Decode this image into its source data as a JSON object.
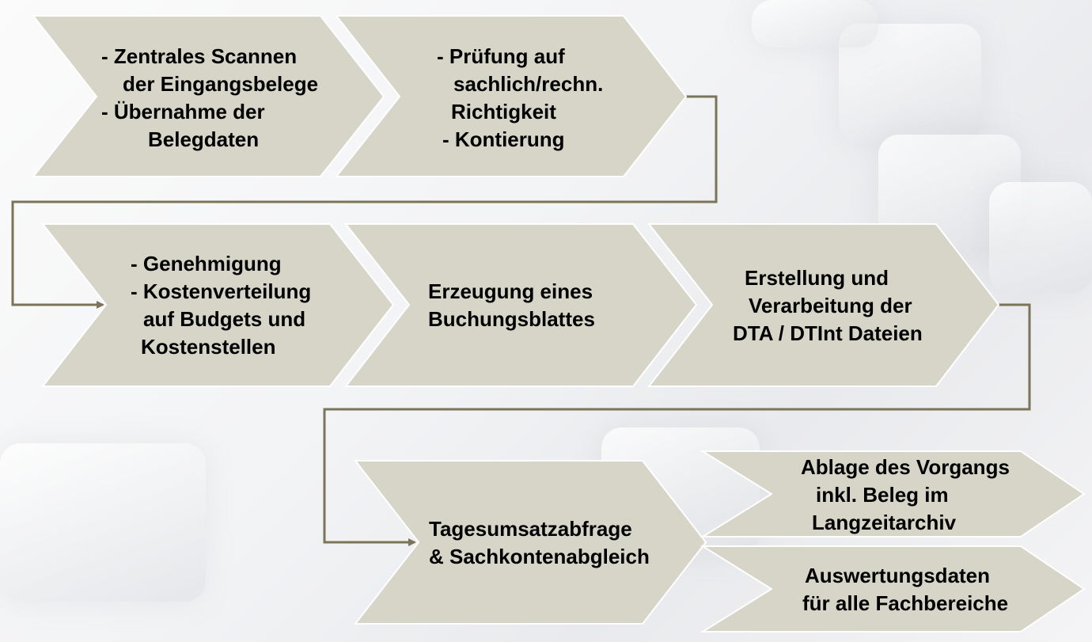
{
  "steps": [
    {
      "id": "step-1",
      "lines": [
        "- Zentrales Scannen",
        "der Eingangsbelege",
        "- Übernahme der",
        "Belegdaten"
      ]
    },
    {
      "id": "step-2",
      "lines": [
        "- Prüfung auf",
        "sachlich/rechn.",
        "Richtigkeit",
        "- Kontierung"
      ]
    },
    {
      "id": "step-3",
      "lines": [
        "- Genehmigung",
        "-  Kostenverteilung",
        "auf Budgets und",
        "Kostenstellen"
      ]
    },
    {
      "id": "step-4",
      "lines": [
        "Erzeugung eines",
        "Buchungsblattes"
      ]
    },
    {
      "id": "step-5",
      "lines": [
        "Erstellung und",
        "Verarbeitung der",
        "DTA / DTInt Dateien"
      ]
    },
    {
      "id": "step-6",
      "lines": [
        "Tagesumsatzabfrage",
        "& Sachkontenabgleich"
      ]
    },
    {
      "id": "step-7",
      "lines": [
        "Ablage des Vorgangs",
        "inkl. Beleg im",
        "Langzeitarchiv"
      ]
    },
    {
      "id": "step-8",
      "lines": [
        "Auswertungsdaten",
        "für alle Fachbereiche"
      ]
    }
  ],
  "colors": {
    "chevron_fill": "#d6d5c8",
    "chevron_stroke": "#ffffff",
    "connector": "#7a7458",
    "text": "#000000"
  }
}
